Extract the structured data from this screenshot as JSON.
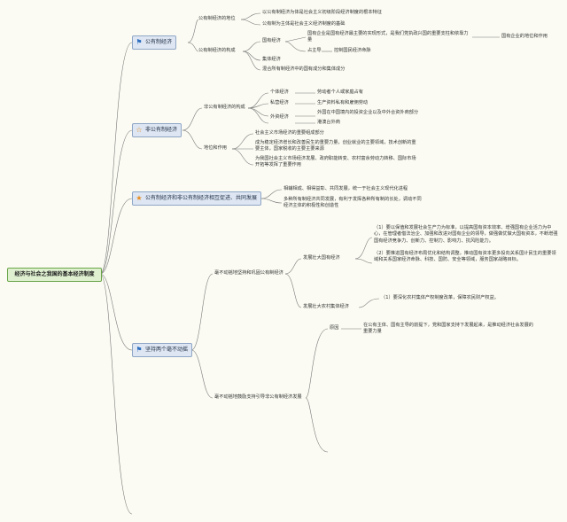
{
  "root": "经济与社会之我国的基本经济制度",
  "t1": {
    "label": "公有制经济",
    "icon": "blue-flag-icon",
    "status": {
      "label": "公有制经济的地位",
      "items": [
        "以公有制经济为体是社会主义初级阶段经济制度的根本特征",
        "公有制为主体是社会主义经济制度的基础"
      ]
    },
    "forms": {
      "label": "公有制经济的构成",
      "state": {
        "label": "国有经济",
        "desc": "国有企业是国有经济最主要的实现形式，是我们党执政兴国的重要支柱和依靠力量",
        "desc_right": "国有企业的地位和作用",
        "share": "占主导",
        "share_desc": "控制国民经济命脉"
      },
      "collective": "集体经济",
      "mixed": "混合所有制经济中的国有成分和集体成分"
    }
  },
  "t2": {
    "label": "非公有制经济",
    "icon": "orange-star-outline-icon",
    "composition": {
      "label": "非公有制经济的构成",
      "items": [
        {
          "k": "个体经济",
          "v": "劳动者个人或家庭占有"
        },
        {
          "k": "私营经济",
          "v": "生产资料私有和雇佣劳动"
        },
        {
          "k": "外资经济",
          "v": "外国在中国境内的投资企业以及中外合资外商部分"
        },
        {
          "k": "",
          "v": "港澳台外商"
        }
      ]
    },
    "role": {
      "label": "地位和作用",
      "items": [
        "社会主义市场经济的重要组成部分",
        "成为稳定经济增长和改善民生的重要力量，创业就业的主要领域，技术创新的重要主体，国家税收的主要主要来源",
        "为我国社会主义市场经济发展、政府职能转变、农村富余劳动力转移、国际市场开拓等发挥了重要作用"
      ]
    }
  },
  "t3": {
    "label": "公有制经济和非公有制经济相互促进、共同发展",
    "icon": "orange-star-icon",
    "items": [
      "相辅相成、相得益彰、共同发展，统一于社会主义现代化进程",
      "多种所有制经济共同发展，有利于发挥各种所有制的长处，调动不同经济主体的积极性和创造性"
    ]
  },
  "t4": {
    "label": "坚持两个毫不动摇",
    "icon": "blue-flag-icon",
    "b1": {
      "label": "毫不动摇地坚持和巩固公有制经济",
      "c1": {
        "label": "发展壮大国有经济",
        "items": [
          "（1）要以保值和发展社会生产力为标准，以提高国有资本效率、增强国有企业活力为中心，在管理者借法治企、加强和改进对国有企业的领导，做强做优做大国有资本，不断增强国有经济竞争力、创新力、控制力、影响力、抗风险能力。",
          "（2）要推进国有经济布局优化和结构调整，推动国有资本更多投向关系国计民生的重要领域和关系国家经济命脉、科技、国防、安全等领域，服务国家战略目标。"
        ]
      },
      "c2": {
        "label": "发展壮大农村集体经济",
        "items": [
          "（1）要深化农村集体产权制度改革，保障农民财产权益。"
        ]
      }
    },
    "b2": {
      "label": "毫不动摇地鼓励支持引导非公有制经济发展",
      "reason": {
        "label": "原因",
        "text": "在公有主体、国有主导的前提下，党和国家支持下发展起来，是推动经济社会发展的重要力量"
      }
    }
  }
}
